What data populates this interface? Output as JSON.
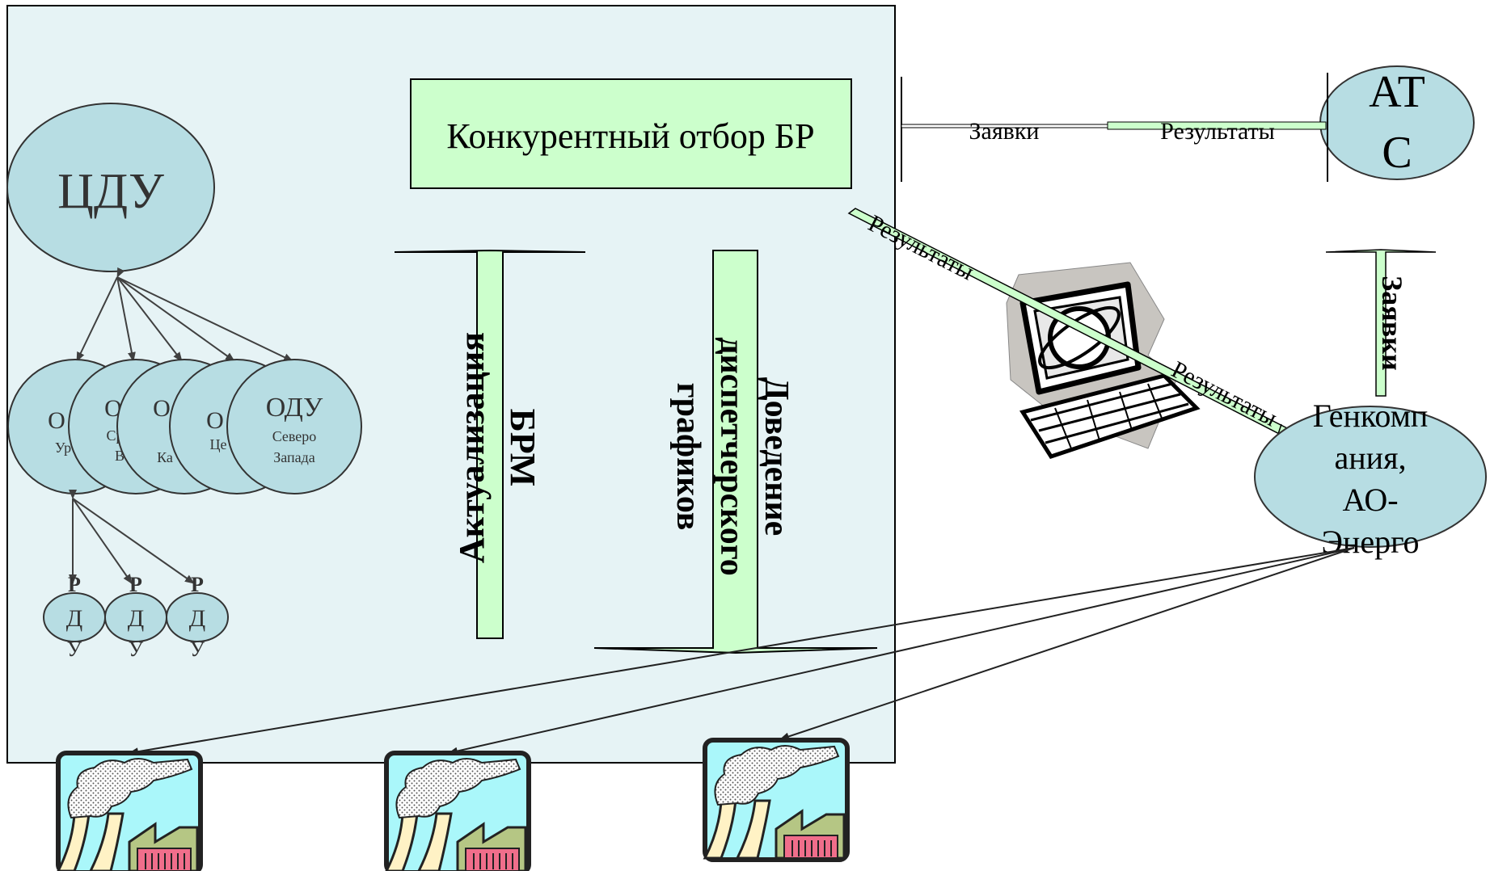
{
  "cdu": {
    "label": "ЦДУ"
  },
  "odu": [
    {
      "line1": "О",
      "line2": "Ур"
    },
    {
      "line1": "О",
      "line2": "Ср",
      "line3": "В"
    },
    {
      "line1": "О",
      "line2": "Ка"
    },
    {
      "line1": "О",
      "line2": "Це"
    },
    {
      "line1": "ОДУ",
      "line2": "Северо",
      "line3": "Запада"
    }
  ],
  "rdu": [
    {
      "top": "Р",
      "middle": "Д",
      "bottom": "У"
    },
    {
      "top": "Р",
      "middle": "Д",
      "bottom": "У"
    },
    {
      "top": "Р",
      "middle": "Д",
      "bottom": "У"
    }
  ],
  "selection": {
    "label": "Конкурентный отбор БР"
  },
  "arrows": {
    "update": {
      "line1": "Актуализация",
      "line2": "БРМ"
    },
    "dispatch": {
      "line1": "Доведение",
      "line2": "диспетчерского",
      "line3": "графиков"
    }
  },
  "ats": {
    "line1": "АТ",
    "line2": "С"
  },
  "genco": {
    "line1": "Генкомп",
    "line2": "ания,",
    "line3": "АО-",
    "line4": "Энерго"
  },
  "links": {
    "bids_top": "Заявки",
    "results_top": "Результаты",
    "results_diag_1": "Результаты",
    "results_diag_2": "Результаты",
    "bids_vertical": "Заявки"
  },
  "colors": {
    "panel": "#e6f3f5",
    "node": "#b7dde3",
    "box": "#ccffcc",
    "line": "#404040"
  },
  "icons": [
    "computer-icon",
    "power-plant-icon"
  ]
}
